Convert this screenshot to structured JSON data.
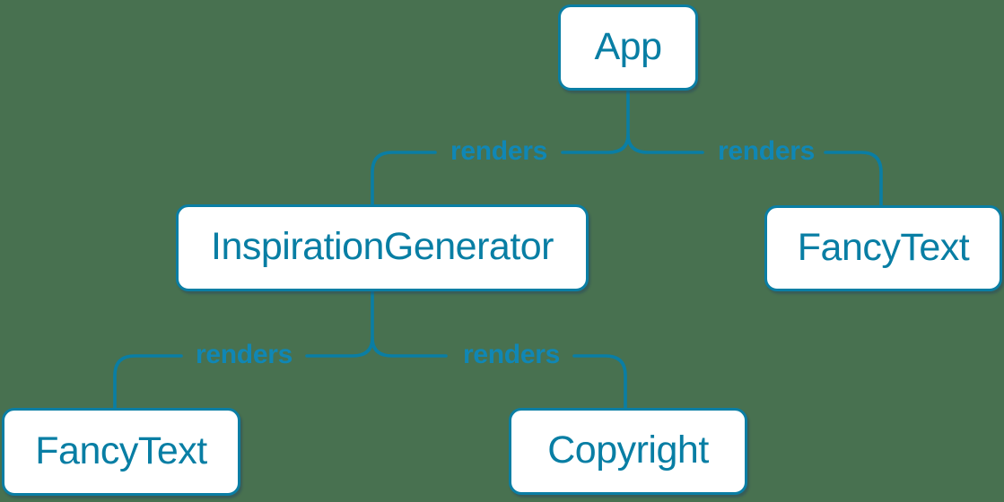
{
  "colors": {
    "background": "#487150",
    "line": "#0A7EA4",
    "node_border": "#0A7EA4",
    "node_background": "#FFFFFF",
    "node_text": "#087EA4",
    "edge_label_text": "#1087B5",
    "node_shadow": "rgba(42,74,94,0.5)"
  },
  "nodes": [
    {
      "id": "app",
      "label": "App"
    },
    {
      "id": "inspiration-generator",
      "label": "InspirationGenerator"
    },
    {
      "id": "fancy-text-top-right",
      "label": "FancyText"
    },
    {
      "id": "fancy-text-bottom-left",
      "label": "FancyText"
    },
    {
      "id": "copyright",
      "label": "Copyright"
    }
  ],
  "edges": [
    {
      "from": "App",
      "to": "InspirationGenerator",
      "label": "renders"
    },
    {
      "from": "App",
      "to": "FancyText",
      "label": "renders"
    },
    {
      "from": "InspirationGenerator",
      "to": "FancyText",
      "label": "renders"
    },
    {
      "from": "InspirationGenerator",
      "to": "Copyright",
      "label": "renders"
    }
  ]
}
